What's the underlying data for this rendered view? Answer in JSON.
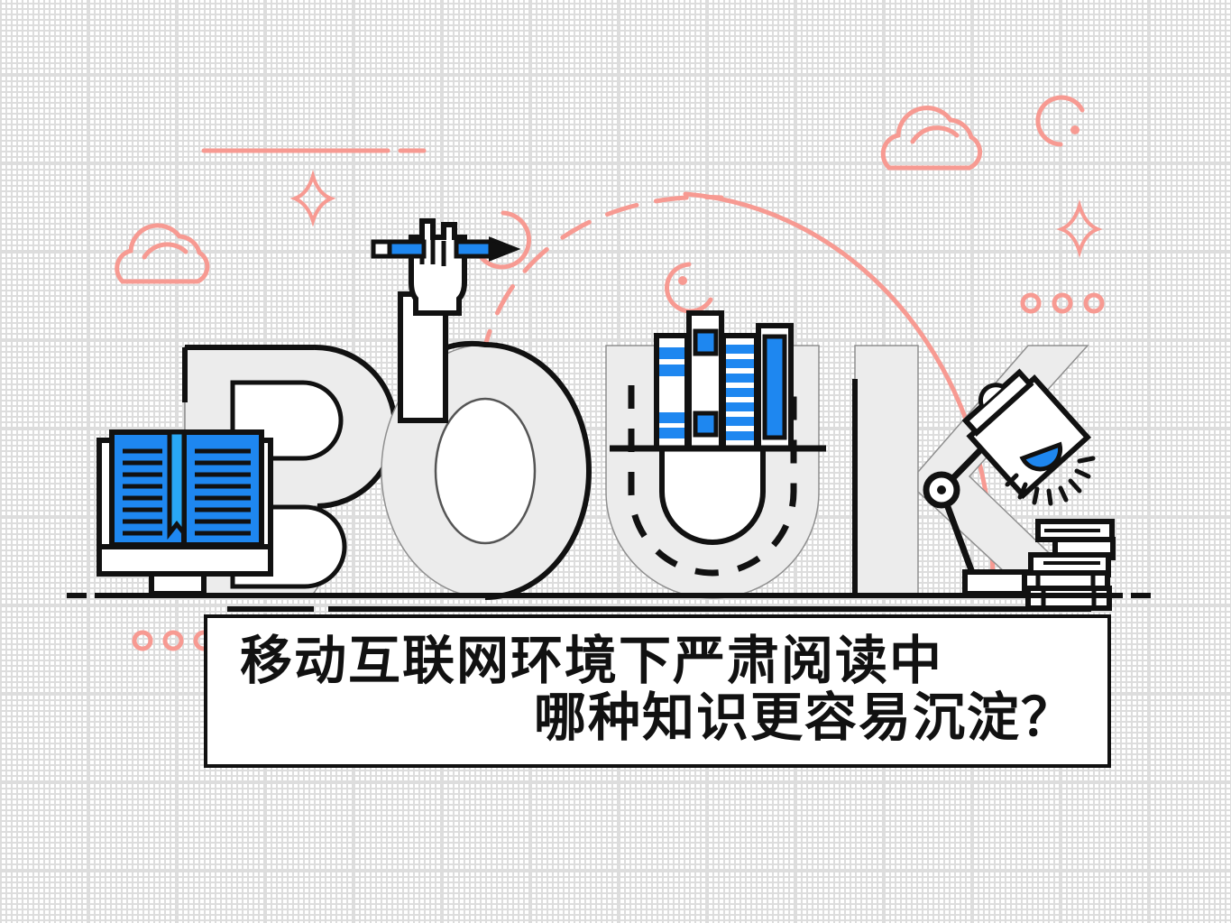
{
  "poster": {
    "headline_word": "BOOK",
    "title_lines": [
      "移动互联网环境下严肃阅读中",
      "哪种知识更容易沉淀？"
    ],
    "colors": {
      "accent_blue": "#1E87F0",
      "accent_blue_light": "#29A8F5",
      "decor_pink": "#F79A92",
      "letter_gray": "#ECECEC",
      "ink": "#111111",
      "grid_gray": "#D8D8D8",
      "background": "#FFFFFF"
    },
    "illustrations": [
      {
        "name": "open-book-on-stand",
        "label": "打开的书"
      },
      {
        "name": "hand-holding-pencil",
        "label": "手持铅笔"
      },
      {
        "name": "books-on-shelf",
        "label": "书架上的书"
      },
      {
        "name": "desk-lamp",
        "label": "台灯"
      },
      {
        "name": "stacked-books",
        "label": "叠放的书"
      }
    ],
    "decorations": [
      {
        "name": "cloud-top-left"
      },
      {
        "name": "cloud-top-right"
      },
      {
        "name": "sparkle-left"
      },
      {
        "name": "sparkle-right"
      },
      {
        "name": "circle-dot-left"
      },
      {
        "name": "circle-dot-center"
      },
      {
        "name": "circle-dot-top-right"
      },
      {
        "name": "dots-row-top-right"
      },
      {
        "name": "dots-row-bottom-left"
      },
      {
        "name": "dash-line-top"
      },
      {
        "name": "arc-solid"
      },
      {
        "name": "arc-dashed"
      }
    ]
  }
}
